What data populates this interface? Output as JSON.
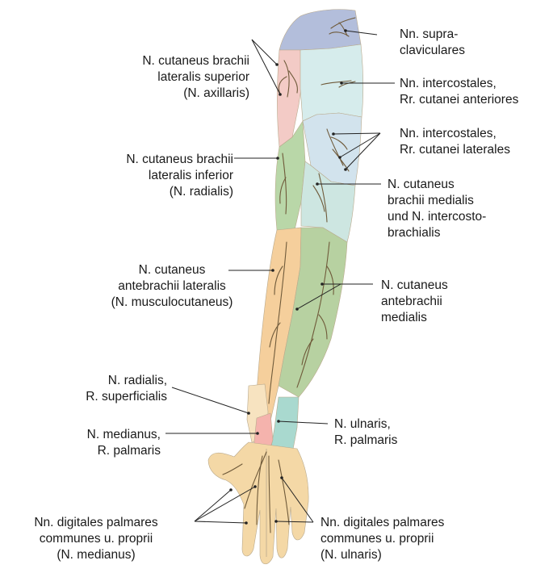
{
  "labels": {
    "n_supraclaviculares": [
      "Nn. supra-",
      "claviculares"
    ],
    "n_cut_brachii_lat_sup": [
      "N. cutaneus brachii",
      "lateralis superior",
      "(N. axillaris)"
    ],
    "n_intercostales_ant": [
      "Nn. intercostales,",
      "Rr. cutanei anteriores"
    ],
    "n_intercostales_lat": [
      "Nn. intercostales,",
      "Rr. cutanei laterales"
    ],
    "n_cut_brachii_lat_inf": [
      "N. cutaneus brachii",
      "lateralis inferior",
      "(N. radialis)"
    ],
    "n_cut_brachii_med": [
      "N. cutaneus",
      "brachii medialis",
      "und N. intercosto-",
      "brachialis"
    ],
    "n_cut_antebrachii_lat": [
      "N. cutaneus",
      "antebrachii lateralis",
      "(N. musculocutaneus)"
    ],
    "n_cut_antebrachii_med": [
      "N. cutaneus",
      "antebrachii",
      "medialis"
    ],
    "n_radialis_superficialis": [
      "N. radialis,",
      "R. superficialis"
    ],
    "n_medianus_palmaris": [
      "N. medianus,",
      "R. palmaris"
    ],
    "n_ulnaris_palmaris": [
      "N. ulnaris,",
      "R. palmaris"
    ],
    "n_digitales_medianus": [
      "Nn. digitales palmares",
      "communes u. proprii",
      "(N. medianus)"
    ],
    "n_digitales_ulnaris": [
      "Nn. digitales palmares",
      "communes u. proprii",
      "(N. ulnaris)"
    ]
  },
  "colors": {
    "supraclavicular": "#b3bedb",
    "axillaris": "#f3cbc6",
    "intercostal_anterior": "#d6ecec",
    "intercostal_lateral": "#d2e3ed",
    "radialis_inferior": "#b9d7a8",
    "brachii_medialis": "#cde6e1",
    "musculocutaneus": "#f5cf9c",
    "antebrachii_medialis": "#b7d1a1",
    "radialis_superficialis": "#f7e3c0",
    "medianus_palmaris": "#f5b3ad",
    "ulnaris_palmaris": "#a9d9cf",
    "hand": "#f4d8a6",
    "nerve": "#6f5a3a",
    "outline": "#b9a98c"
  }
}
